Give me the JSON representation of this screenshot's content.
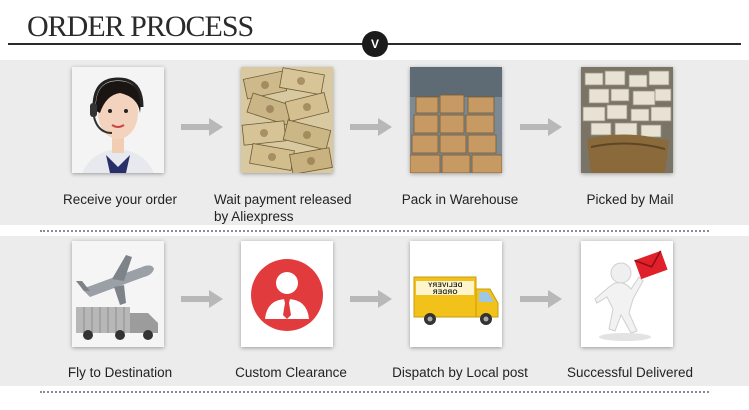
{
  "header": {
    "title": "ORDER PROCESS",
    "badge": "V"
  },
  "steps": [
    {
      "label": "Receive your order",
      "icon": "customer-service-operator-icon"
    },
    {
      "label": "Wait payment released\nby Aliexpress",
      "icon": "money-pile-icon"
    },
    {
      "label": "Pack in Warehouse",
      "icon": "warehouse-boxes-icon"
    },
    {
      "label": "Picked by Mail",
      "icon": "mail-parcels-icon"
    },
    {
      "label": "Fly to Destination",
      "icon": "cargo-plane-truck-icon"
    },
    {
      "label": "Custom Clearance",
      "icon": "customs-officer-icon"
    },
    {
      "label": "Dispatch by Local post",
      "icon": "delivery-truck-icon"
    },
    {
      "label": "Successful Delivered",
      "icon": "courier-with-envelope-icon"
    }
  ],
  "truck_text": "DELIVERY ORDER",
  "colors": {
    "arrow": "#b8b8b8",
    "clearance_red": "#e23b3e",
    "truck_yellow": "#f2c21a",
    "envelope_red": "#e0202a"
  }
}
